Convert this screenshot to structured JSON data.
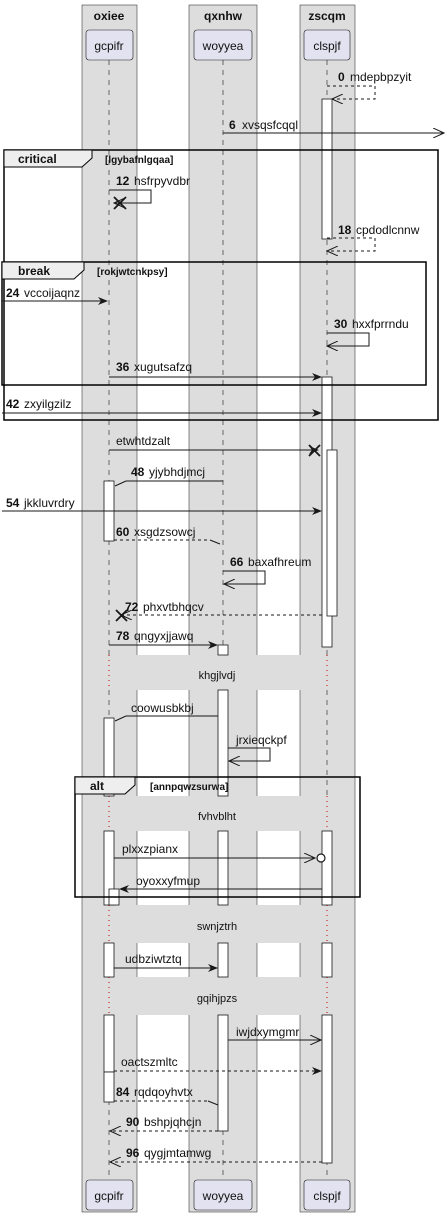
{
  "groups": [
    {
      "title": "oxiee"
    },
    {
      "title": "qxnhw"
    },
    {
      "title": "zscqm"
    }
  ],
  "participants": [
    {
      "name": "gcpifr"
    },
    {
      "name": "woyyea"
    },
    {
      "name": "clspjf"
    }
  ],
  "fragments": [
    {
      "kind": "critical",
      "guard": "[lgybafnlgqaa]"
    },
    {
      "kind": "break",
      "guard": "[rokjwtcnkpsy]"
    },
    {
      "kind": "alt",
      "guard": "[annpqwzsurwa]"
    }
  ],
  "dividers": [
    {
      "text": "khgjlvdj"
    },
    {
      "text": "fvhvblht"
    },
    {
      "text": "swnjztrh"
    },
    {
      "text": "gqihjpzs"
    }
  ],
  "messages": [
    {
      "num": "0",
      "label": "mdepbpzyit"
    },
    {
      "num": "6",
      "label": "xvsqsfcqql"
    },
    {
      "num": "12",
      "label": "hsfrpyvdbr"
    },
    {
      "num": "18",
      "label": "cpdodlcnnw"
    },
    {
      "num": "24",
      "label": "vccoijaqnz"
    },
    {
      "num": "30",
      "label": "hxxfprrndu"
    },
    {
      "num": "36",
      "label": "xugutsafzq"
    },
    {
      "num": "42",
      "label": "zxyilgzilz"
    },
    {
      "num": "",
      "label": "etwhtdzalt"
    },
    {
      "num": "48",
      "label": "yjybhdjmcj"
    },
    {
      "num": "54",
      "label": "jkkluvrdry"
    },
    {
      "num": "60",
      "label": "xsgdzsowcj"
    },
    {
      "num": "66",
      "label": "baxafhreum"
    },
    {
      "num": "72",
      "label": "phxvtbhqcv"
    },
    {
      "num": "78",
      "label": "qngyxjjawq"
    },
    {
      "num": "",
      "label": "coowusbkbj"
    },
    {
      "num": "",
      "label": "jrxieqckpf"
    },
    {
      "num": "",
      "label": "plxxzpianx"
    },
    {
      "num": "",
      "label": "oyoxxyfmup"
    },
    {
      "num": "",
      "label": "udbziwtztq"
    },
    {
      "num": "",
      "label": "iwjdxymgmr"
    },
    {
      "num": "",
      "label": "oactszmltc"
    },
    {
      "num": "84",
      "label": "rqdqoyhvtx"
    },
    {
      "num": "90",
      "label": "bshpjqhcjn"
    },
    {
      "num": "96",
      "label": "qygjmtamwg"
    }
  ],
  "colors": {
    "group_fill": "#dddddd",
    "participant_fill": "#e2e2f0",
    "line": "#181818"
  }
}
